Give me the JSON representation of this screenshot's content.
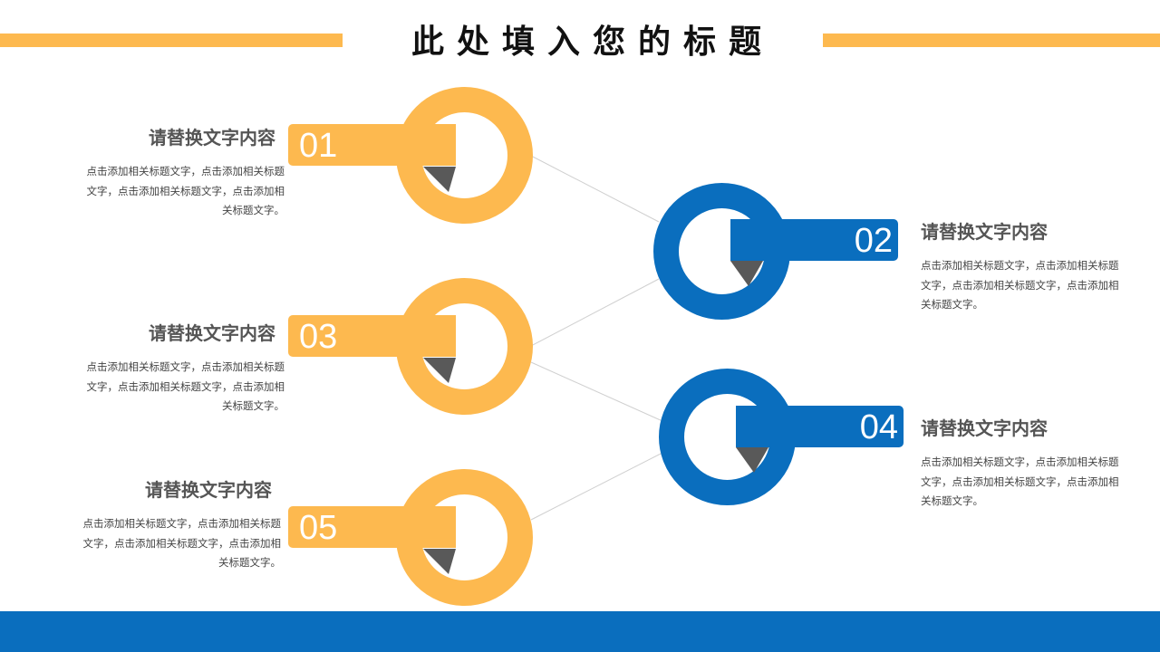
{
  "title": "此处填入您的标题",
  "colors": {
    "accent_orange": "#FDB94F",
    "accent_blue": "#0A6EBE",
    "pointer_gray": "#595959"
  },
  "items": [
    {
      "number": "01",
      "heading": "请替换文字内容",
      "body": "点击添加相关标题文字，点击添加相关标题文字，点击添加相关标题文字，点击添加相关标题文字。"
    },
    {
      "number": "02",
      "heading": "请替换文字内容",
      "body": "点击添加相关标题文字，点击添加相关标题文字，点击添加相关标题文字，点击添加相关标题文字。"
    },
    {
      "number": "03",
      "heading": "请替换文字内容",
      "body": "点击添加相关标题文字，点击添加相关标题文字，点击添加相关标题文字，点击添加相关标题文字。"
    },
    {
      "number": "04",
      "heading": "请替换文字内容",
      "body": "点击添加相关标题文字，点击添加相关标题文字，点击添加相关标题文字，点击添加相关标题文字。"
    },
    {
      "number": "05",
      "heading": "请替换文字内容",
      "body": "点击添加相关标题文字，点击添加相关标题文字，点击添加相关标题文字，点击添加相关标题文字。"
    }
  ]
}
